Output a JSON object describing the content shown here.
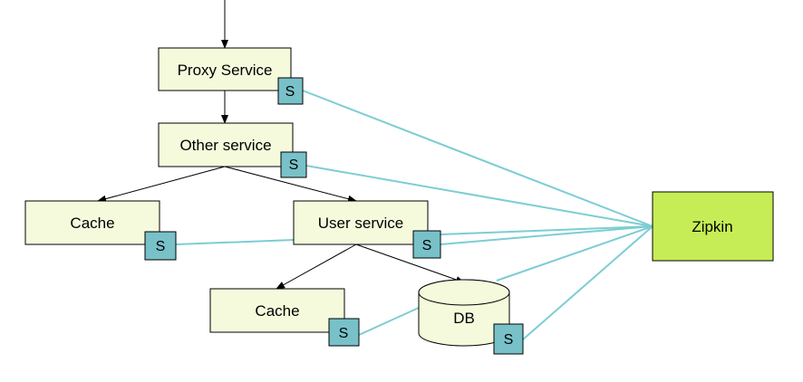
{
  "colors": {
    "node_fill": "#f5fadc",
    "zipkin_fill": "#c6ed55",
    "badge_fill": "#78c1c9",
    "stroke": "#000000",
    "arrow": "#000000",
    "link": "#7ccdd3"
  },
  "nodes": {
    "proxy": {
      "label": "Proxy Service"
    },
    "other": {
      "label": "Other service"
    },
    "cache_left": {
      "label": "Cache"
    },
    "user": {
      "label": "User service"
    },
    "cache_bottom": {
      "label": "Cache"
    },
    "db": {
      "label": "DB"
    },
    "zipkin": {
      "label": "Zipkin"
    }
  },
  "badges": {
    "label": "S"
  }
}
